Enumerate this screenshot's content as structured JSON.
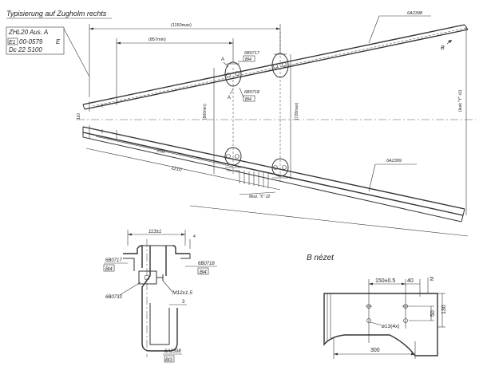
{
  "title": "Typisierung auf Zugholm rechts",
  "info_box": {
    "line1": "ZHL20  Aus. A",
    "line2_a": "E1",
    "line2_b": "00-0579",
    "line2_c": "E",
    "line3": "Dc  22    S100"
  },
  "main_view": {
    "part_upper": "6A2398",
    "part_lower": "6A2399",
    "dim_1150": "(1150max)",
    "dim_857": "(857min)",
    "dim_110": "110",
    "dim_860": "(860min)",
    "dim_728": "(728max)",
    "dim_910": "910",
    "dim_1210": "1210",
    "dim_right": "(leak \"Y\" x1)",
    "label_mod": "Mod. \"X\" 22",
    "clamp_1": "6B0717",
    "clamp_1_sub": "Bl4",
    "clamp_2": "6B0718",
    "clamp_2_sub": "Bl4",
    "section_a": "A",
    "section_a2": "A",
    "view_b": "B"
  },
  "section_view": {
    "dim_113": "113±1",
    "dim_4": "4",
    "dim_3": "3",
    "left_part": "6B0717",
    "left_part_sub": "Bl4",
    "right_part": "6B0718",
    "right_part_sub": "Bl4",
    "bolt_part": "6B0733",
    "bolt_label": "M12x1.5",
    "bottom_part": "6A2398",
    "bottom_part_sub": "Bl3"
  },
  "view_b_title": "B  nézet",
  "detail_b": {
    "dim_150": "150±0.5",
    "dim_40": "40",
    "dim_m": "M",
    "dim_50": "50",
    "dim_130": "130",
    "hole_label": "ø13(4x)",
    "dim_300": "300"
  }
}
